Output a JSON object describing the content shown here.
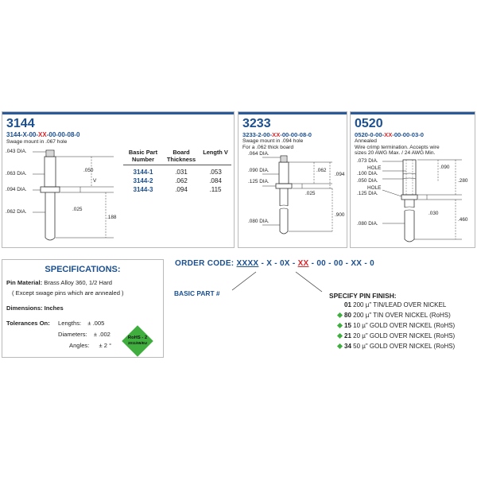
{
  "parts": [
    {
      "number": "3144",
      "code_prefix": "3144-X-00-",
      "code_highlight": "XX",
      "code_suffix": "-00-00-08-0",
      "desc": "Swage mount in .067 hole",
      "dims": {
        "a": ".043 DIA.",
        "b": ".063 DIA.",
        "c": ".094 DIA.",
        "d": ".062 DIA.",
        "e": ".050",
        "f": "V",
        "g": ".025",
        "h": ".188"
      },
      "table": {
        "headers": [
          "Basic Part Number",
          "Board Thickness",
          "Length V"
        ],
        "rows": [
          [
            "3144-1",
            ".031",
            ".053"
          ],
          [
            "3144-2",
            ".062",
            ".084"
          ],
          [
            "3144-3",
            ".094",
            ".115"
          ]
        ]
      }
    },
    {
      "number": "3233",
      "code_prefix": "3233-2-00-",
      "code_highlight": "XX",
      "code_suffix": "-00-00-08-0",
      "desc_lines": [
        "Swage mount in .094 hole",
        "For a .062 thick board"
      ],
      "dims": {
        "a": ".064 DIA.",
        "b": ".090 DIA.",
        "c": ".125 DIA.",
        "d": ".080 DIA.",
        "e": ".062",
        "f": ".094",
        "g": ".025",
        "h": ".900"
      }
    },
    {
      "number": "0520",
      "code_prefix": "0520-0-00-",
      "code_highlight": "XX",
      "code_suffix": "-00-00-03-0",
      "desc_lines": [
        "Annealed",
        "Wire crimp termination. Accepts wire",
        "sizes 20 AWG Max. / 24 AWG Min."
      ],
      "dims": {
        "a": ".073 DIA.",
        "b1": "HOLE",
        "b2": ".100 DIA.",
        "c": ".050 DIA.",
        "d1": "HOLE",
        "d2": ".125 DIA.",
        "e": ".080 DIA.",
        "f": ".090",
        "g": ".280",
        "h": ".030",
        "i": ".460"
      }
    }
  ],
  "specs": {
    "title": "SPECIFICATIONS:",
    "material_label": "Pin Material:",
    "material_value": "Brass Alloy 360, 1/2 Hard",
    "material_note": "( Except swage pins which are annealed )",
    "dimensions": "Dimensions:  Inches",
    "tol_label": "Tolerances On:",
    "tol": [
      {
        "name": "Lengths:",
        "value": "± .005"
      },
      {
        "name": "Diameters:",
        "value": "± .002"
      },
      {
        "name": "Angles:",
        "value": "± 2 °"
      }
    ],
    "rohs_line1": "RoHS - 2",
    "rohs_line2": "2011/65/EU"
  },
  "order": {
    "label": "ORDER CODE:",
    "seg1": "XXXX",
    "seg2": " - X - 0X - ",
    "seg3": "XX",
    "seg4": " - 00 - 00 - XX - 0",
    "basic_part": "BASIC PART #",
    "finish_title": "SPECIFY PIN FINISH:",
    "finishes": [
      {
        "code": "01",
        "text": "200 µ\" TIN/LEAD OVER NICKEL",
        "rohs": false
      },
      {
        "code": "80",
        "text": "200 µ\" TIN OVER NICKEL (RoHS)",
        "rohs": true
      },
      {
        "code": "15",
        "text": "10 µ\" GOLD OVER NICKEL (RoHS)",
        "rohs": true
      },
      {
        "code": "21",
        "text": "20 µ\" GOLD OVER NICKEL (RoHS)",
        "rohs": true
      },
      {
        "code": "34",
        "text": "50 µ\" GOLD OVER NICKEL (RoHS)",
        "rohs": true
      }
    ],
    "colors": {
      "blue": "#1b4f8f",
      "red": "#d9262b",
      "green": "#3fae3f"
    }
  }
}
